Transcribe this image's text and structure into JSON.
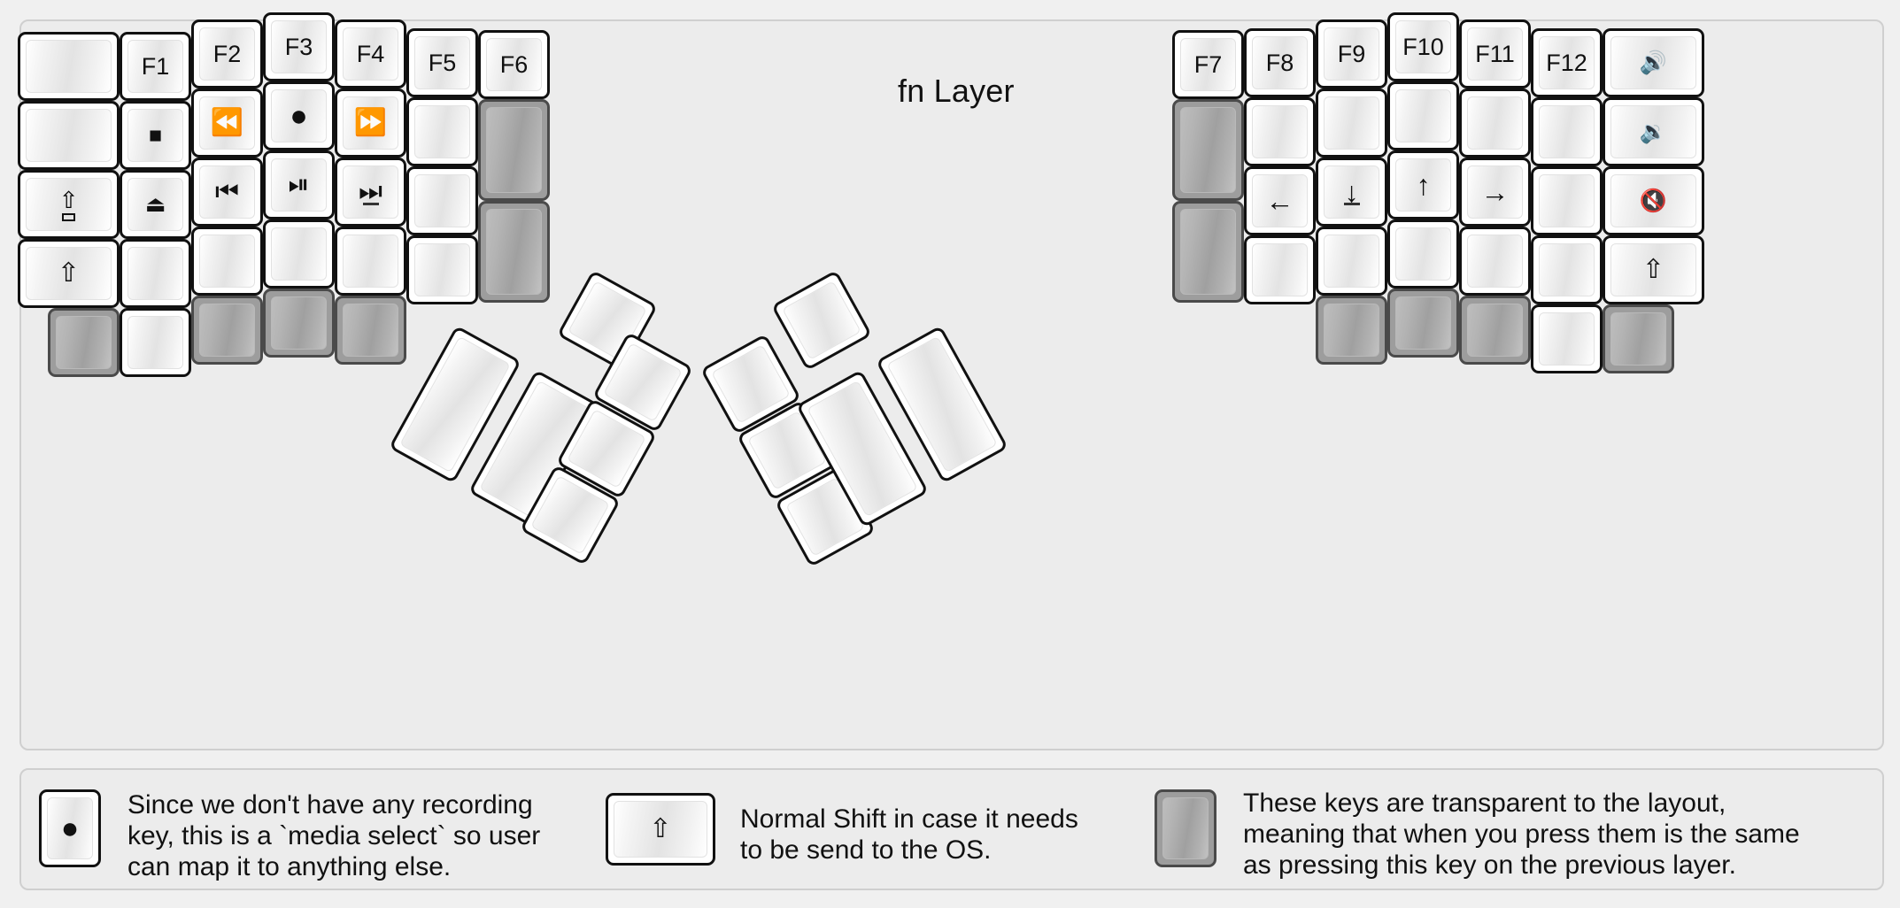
{
  "title": "fn Layer",
  "colors": {
    "page_background": "#f0f0f0",
    "panel_background": "#ececec",
    "panel_border": "#cfcfcf",
    "key_border": "#111111",
    "key_face": "#ffffff",
    "transparent_key": "#9d9d9d",
    "legend_text": "#111111"
  },
  "glyphs": {
    "record": "●",
    "stop": "■",
    "eject": "⏏",
    "rewind": "⏪",
    "fast_forward": "⏩",
    "prev_track": "⏮",
    "play_pause": "⏯",
    "next_track": "⏭",
    "arrow_left": "←",
    "arrow_down": "↓",
    "arrow_up": "↑",
    "arrow_right": "→",
    "volume_up": "🔊",
    "volume_down": "🔉",
    "mute": "🔇",
    "shift": "⇧",
    "caps_lock": "⇧"
  },
  "left_half": {
    "columns": [
      {
        "name": "col-outer-left",
        "keys": [
          {
            "name": "key-left-c1-r1",
            "label": "",
            "kind": "blank"
          },
          {
            "name": "key-left-c1-r2",
            "label": "",
            "kind": "blank"
          },
          {
            "name": "key-left-c1-r3",
            "label": "caps-lock-icon",
            "kind": "caps"
          },
          {
            "name": "key-left-c1-r4",
            "label": "shift-icon",
            "kind": "shift"
          },
          {
            "name": "key-left-c1-r5",
            "label": "",
            "kind": "transparent"
          }
        ]
      },
      {
        "name": "col-f1",
        "keys": [
          {
            "name": "key-f1",
            "label": "F1",
            "kind": "text"
          },
          {
            "name": "key-media-stop",
            "label": "stop-icon",
            "kind": "stop"
          },
          {
            "name": "key-media-eject",
            "label": "eject-icon",
            "kind": "eject"
          },
          {
            "name": "key-left-c2-r4",
            "label": "",
            "kind": "blank"
          },
          {
            "name": "key-left-c2-r5",
            "label": "",
            "kind": "blank"
          }
        ]
      },
      {
        "name": "col-f2",
        "keys": [
          {
            "name": "key-f2",
            "label": "F2",
            "kind": "text"
          },
          {
            "name": "key-media-rewind",
            "label": "rewind-icon",
            "kind": "rewind"
          },
          {
            "name": "key-media-prev-track",
            "label": "prev-track-icon",
            "kind": "prev"
          },
          {
            "name": "key-left-c3-r4",
            "label": "",
            "kind": "blank"
          },
          {
            "name": "key-left-c3-r5",
            "label": "",
            "kind": "transparent"
          }
        ]
      },
      {
        "name": "col-f3",
        "keys": [
          {
            "name": "key-f3",
            "label": "F3",
            "kind": "text"
          },
          {
            "name": "key-media-record",
            "label": "record-icon",
            "kind": "record"
          },
          {
            "name": "key-media-play-pause",
            "label": "play-pause-icon",
            "kind": "playpause"
          },
          {
            "name": "key-left-c4-r4",
            "label": "",
            "kind": "blank"
          },
          {
            "name": "key-left-c4-r5",
            "label": "",
            "kind": "transparent"
          }
        ]
      },
      {
        "name": "col-f4",
        "keys": [
          {
            "name": "key-f4",
            "label": "F4",
            "kind": "text"
          },
          {
            "name": "key-media-fast-forward",
            "label": "fast-forward-icon",
            "kind": "ff"
          },
          {
            "name": "key-media-next-track",
            "label": "next-track-icon",
            "kind": "next"
          },
          {
            "name": "key-left-c5-r4",
            "label": "",
            "kind": "blank"
          },
          {
            "name": "key-left-c5-r5",
            "label": "",
            "kind": "transparent"
          }
        ]
      },
      {
        "name": "col-f5",
        "keys": [
          {
            "name": "key-f5",
            "label": "F5",
            "kind": "text"
          },
          {
            "name": "key-left-c6-r2",
            "label": "",
            "kind": "blank"
          },
          {
            "name": "key-left-c6-r3",
            "label": "",
            "kind": "blank"
          },
          {
            "name": "key-left-c6-r4",
            "label": "",
            "kind": "blank"
          }
        ]
      },
      {
        "name": "col-f6",
        "keys": [
          {
            "name": "key-f6",
            "label": "F6",
            "kind": "text"
          },
          {
            "name": "key-left-c7-r2",
            "label": "",
            "kind": "transparent"
          },
          {
            "name": "key-left-c7-r3",
            "label": "",
            "kind": "transparent"
          }
        ]
      }
    ],
    "thumb_cluster": [
      {
        "name": "key-left-thumb-1",
        "label": "",
        "kind": "blank"
      },
      {
        "name": "key-left-thumb-2",
        "label": "",
        "kind": "blank"
      },
      {
        "name": "key-left-thumb-3",
        "label": "",
        "kind": "blank"
      },
      {
        "name": "key-left-thumb-4",
        "label": "",
        "kind": "blank"
      },
      {
        "name": "key-left-thumb-5",
        "label": "",
        "kind": "blank"
      },
      {
        "name": "key-left-thumb-6",
        "label": "",
        "kind": "blank"
      }
    ]
  },
  "right_half": {
    "columns": [
      {
        "name": "col-f7",
        "keys": [
          {
            "name": "key-f7",
            "label": "F7",
            "kind": "text"
          },
          {
            "name": "key-right-c1-r2",
            "label": "",
            "kind": "transparent"
          },
          {
            "name": "key-right-c1-r3",
            "label": "",
            "kind": "transparent"
          }
        ]
      },
      {
        "name": "col-f8",
        "keys": [
          {
            "name": "key-f8",
            "label": "F8",
            "kind": "text"
          },
          {
            "name": "key-right-c2-r2",
            "label": "",
            "kind": "blank"
          },
          {
            "name": "key-arrow-left",
            "label": "arrow-left-icon",
            "kind": "left"
          },
          {
            "name": "key-right-c2-r4",
            "label": "",
            "kind": "blank"
          }
        ]
      },
      {
        "name": "col-f9",
        "keys": [
          {
            "name": "key-f9",
            "label": "F9",
            "kind": "text"
          },
          {
            "name": "key-right-c3-r2",
            "label": "",
            "kind": "blank"
          },
          {
            "name": "key-arrow-down",
            "label": "arrow-down-icon",
            "kind": "down"
          },
          {
            "name": "key-right-c3-r4",
            "label": "",
            "kind": "blank"
          },
          {
            "name": "key-right-c3-r5",
            "label": "",
            "kind": "transparent"
          }
        ]
      },
      {
        "name": "col-f10",
        "keys": [
          {
            "name": "key-f10",
            "label": "F10",
            "kind": "text"
          },
          {
            "name": "key-right-c4-r2",
            "label": "",
            "kind": "blank"
          },
          {
            "name": "key-arrow-up",
            "label": "arrow-up-icon",
            "kind": "up"
          },
          {
            "name": "key-right-c4-r4",
            "label": "",
            "kind": "blank"
          },
          {
            "name": "key-right-c4-r5",
            "label": "",
            "kind": "transparent"
          }
        ]
      },
      {
        "name": "col-f11",
        "keys": [
          {
            "name": "key-f11",
            "label": "F11",
            "kind": "text"
          },
          {
            "name": "key-right-c5-r2",
            "label": "",
            "kind": "blank"
          },
          {
            "name": "key-arrow-right",
            "label": "arrow-right-icon",
            "kind": "right"
          },
          {
            "name": "key-right-c5-r4",
            "label": "",
            "kind": "blank"
          },
          {
            "name": "key-right-c5-r5",
            "label": "",
            "kind": "transparent"
          }
        ]
      },
      {
        "name": "col-f12",
        "keys": [
          {
            "name": "key-f12",
            "label": "F12",
            "kind": "text"
          },
          {
            "name": "key-right-c6-r2",
            "label": "",
            "kind": "blank"
          },
          {
            "name": "key-right-c6-r3",
            "label": "",
            "kind": "blank"
          },
          {
            "name": "key-right-c6-r4",
            "label": "",
            "kind": "blank"
          },
          {
            "name": "key-right-c6-r5",
            "label": "",
            "kind": "blank"
          }
        ]
      },
      {
        "name": "col-outer-right",
        "keys": [
          {
            "name": "key-volume-up",
            "label": "volume-up-icon",
            "kind": "volup"
          },
          {
            "name": "key-volume-down",
            "label": "volume-down-icon",
            "kind": "voldown"
          },
          {
            "name": "key-mute",
            "label": "mute-icon",
            "kind": "mute"
          },
          {
            "name": "key-shift-right",
            "label": "shift-icon",
            "kind": "shift"
          },
          {
            "name": "key-right-c7-r5",
            "label": "",
            "kind": "transparent"
          }
        ]
      }
    ],
    "thumb_cluster": [
      {
        "name": "key-right-thumb-1",
        "label": "",
        "kind": "blank"
      },
      {
        "name": "key-right-thumb-2",
        "label": "",
        "kind": "blank"
      },
      {
        "name": "key-right-thumb-3",
        "label": "",
        "kind": "blank"
      },
      {
        "name": "key-right-thumb-4",
        "label": "",
        "kind": "blank"
      },
      {
        "name": "key-right-thumb-5",
        "label": "",
        "kind": "blank"
      },
      {
        "name": "key-right-thumb-6",
        "label": "",
        "kind": "blank"
      }
    ]
  },
  "legend": [
    {
      "name": "legend-record",
      "icon": "record-icon",
      "text": "Since we don't have any recording\nkey, this is a `media select` so user\ncan map it to anything else."
    },
    {
      "name": "legend-shift",
      "icon": "shift-icon",
      "text": "Normal Shift in case it needs\nto be send to the OS."
    },
    {
      "name": "legend-transparent",
      "icon": "transparent-key-icon",
      "text": "These keys are transparent to the layout,\nmeaning that when you press them is the same\nas pressing this key on the previous layer."
    }
  ]
}
